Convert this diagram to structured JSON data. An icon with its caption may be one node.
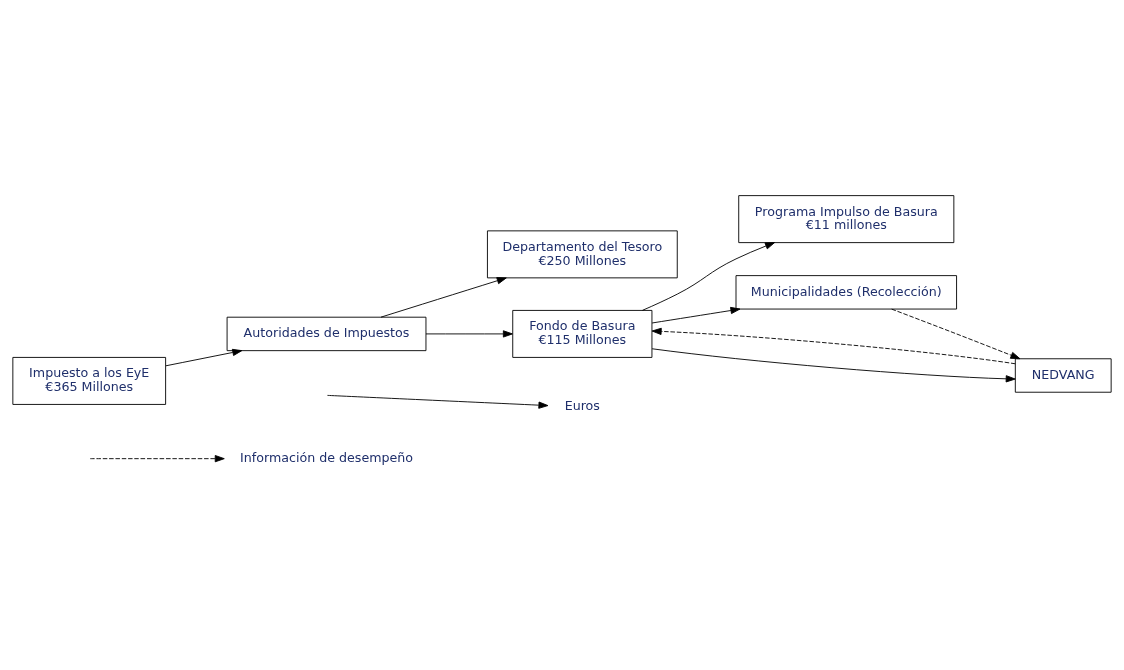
{
  "diagram": {
    "nodes": [
      {
        "text": [
          "Departamento del Tesoro",
          "€250 Millones"
        ]
      },
      {
        "text": [
          "Programa Impulso de Basura",
          "€11 millones"
        ]
      },
      {
        "text": [
          "Municipalidades (Recolección)"
        ]
      },
      {
        "text": [
          "Fondo de Basura",
          "€115 Millones"
        ]
      },
      {
        "text": [
          "Autoridades de Impuestos"
        ]
      },
      {
        "text": [
          "NEDVANG"
        ]
      },
      {
        "text": [
          "Impuesto a los EyE",
          "€365 Millones"
        ]
      }
    ],
    "edges": [
      {
        "from": 6,
        "to": 4,
        "arrow": "to"
      },
      {
        "from": 4,
        "to": 0,
        "arrow": "to"
      },
      {
        "from": 4,
        "to": 3,
        "arrow": "to"
      },
      {
        "from": 3,
        "to": 1,
        "arrow": "to"
      },
      {
        "from": 3,
        "to": 2,
        "arrow": "to"
      },
      {
        "from": 3,
        "to": 5,
        "arrow": "to"
      },
      {
        "from": 5,
        "to": 3,
        "arrow": "to",
        "style": "dashed"
      },
      {
        "from": 2,
        "to": 5,
        "arrow": "to",
        "style": "dashed"
      }
    ],
    "legend": [
      {
        "text": "Euros"
      },
      {
        "text": "Información de desempeño"
      }
    ]
  }
}
